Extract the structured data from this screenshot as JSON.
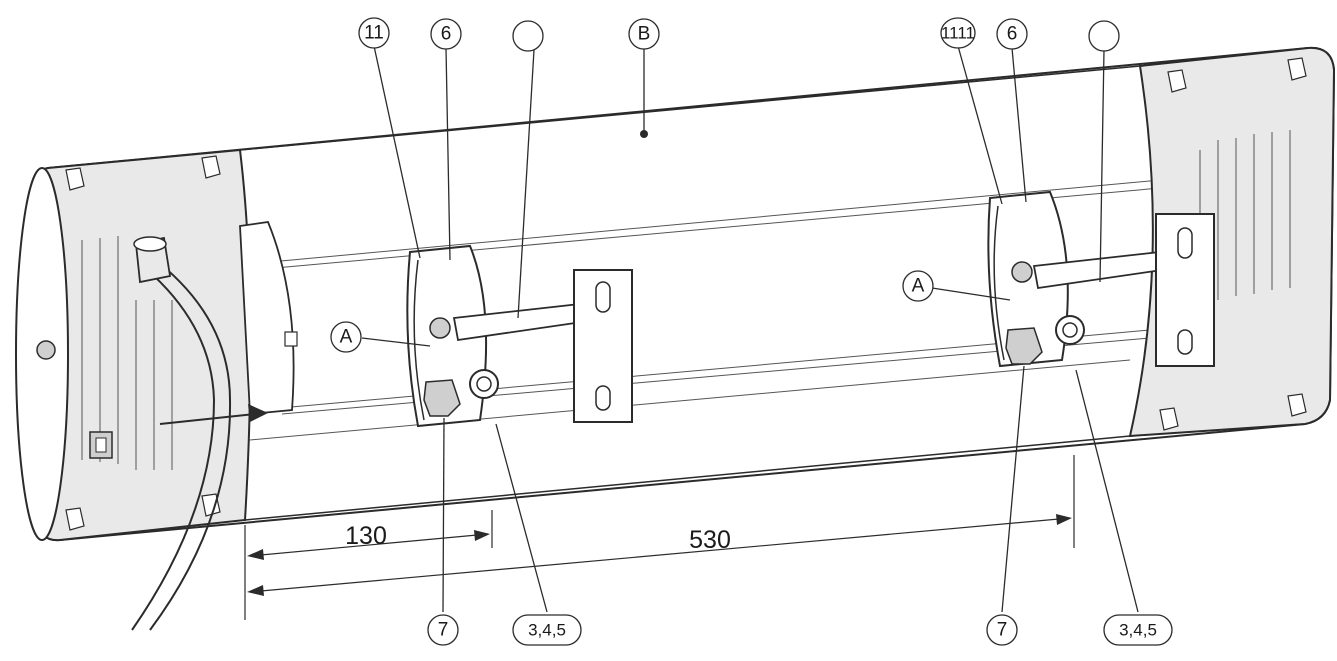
{
  "diagram": {
    "callouts": {
      "label_11_left": "11",
      "label_6_left": "6",
      "label_blank_left": "",
      "label_b": "B",
      "label_11_right": "1111",
      "label_6_right": "6",
      "label_blank_right": "",
      "label_a_left": "A",
      "label_a_right": "A",
      "label_7_left": "7",
      "label_345_left": "3,4,5",
      "label_7_right": "7",
      "label_345_right": "3,4,5"
    },
    "dimensions": {
      "dim_130": "130",
      "dim_530": "530"
    }
  }
}
